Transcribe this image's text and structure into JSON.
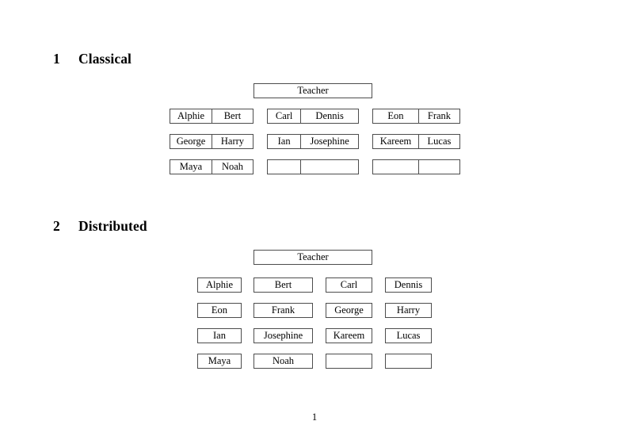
{
  "document": {
    "page_number": "1",
    "sections": [
      {
        "number": "1",
        "title": "Classical",
        "layout": "paired-cells",
        "root": {
          "label": "Teacher"
        },
        "groups": [
          {
            "group_index": 1,
            "rows": [
              {
                "cells": [
                  "Alphie",
                  "Bert"
                ]
              },
              {
                "cells": [
                  "George",
                  "Harry"
                ]
              },
              {
                "cells": [
                  "Maya",
                  "Noah"
                ]
              }
            ]
          },
          {
            "group_index": 2,
            "rows": [
              {
                "cells": [
                  "Carl",
                  "Dennis"
                ]
              },
              {
                "cells": [
                  "Ian",
                  "Josephine"
                ]
              },
              {
                "cells": [
                  "",
                  ""
                ]
              }
            ]
          },
          {
            "group_index": 3,
            "rows": [
              {
                "cells": [
                  "Eon",
                  "Frank"
                ]
              },
              {
                "cells": [
                  "Kareem",
                  "Lucas"
                ]
              },
              {
                "cells": [
                  "",
                  ""
                ]
              }
            ]
          }
        ]
      },
      {
        "number": "2",
        "title": "Distributed",
        "layout": "single-cells",
        "root": {
          "label": "Teacher"
        },
        "rows": [
          {
            "cells": [
              "Alphie",
              "Bert",
              "Carl",
              "Dennis"
            ]
          },
          {
            "cells": [
              "Eon",
              "Frank",
              "George",
              "Harry"
            ]
          },
          {
            "cells": [
              "Ian",
              "Josephine",
              "Kareem",
              "Lucas"
            ]
          },
          {
            "cells": [
              "Maya",
              "Noah",
              "",
              ""
            ]
          }
        ]
      }
    ]
  }
}
